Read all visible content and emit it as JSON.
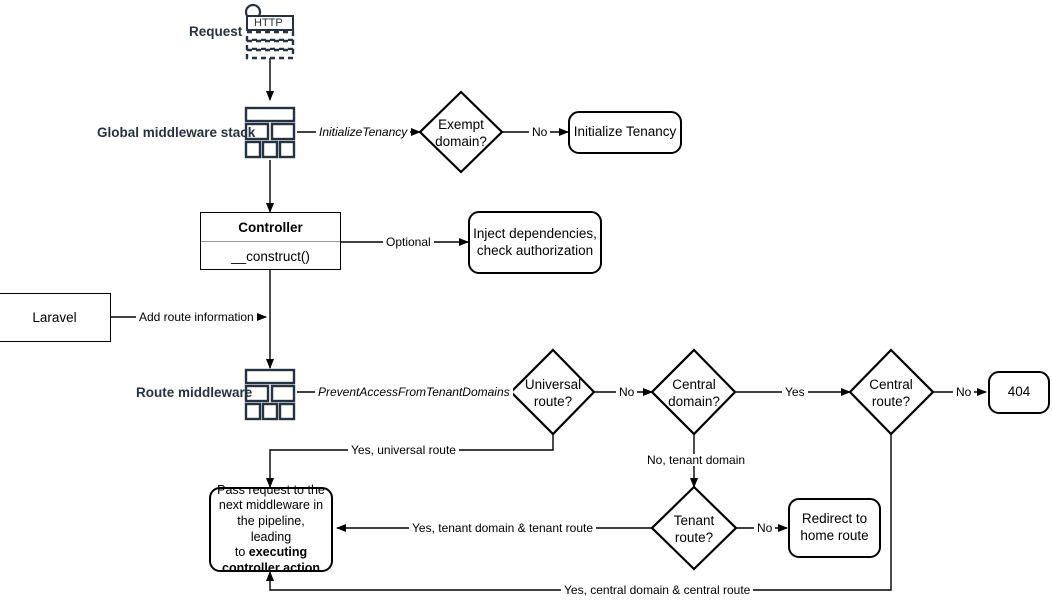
{
  "diagram": {
    "title": "Laravel multi-tenancy request lifecycle flowchart",
    "stroke_color": "#000000",
    "icon_color": "#26323f"
  },
  "labels": {
    "request": "Request",
    "global_middleware_stack": "Global middleware stack",
    "route_middleware": "Route middleware"
  },
  "icons": {
    "http_icon_text": "HTTP",
    "http_icon_name": "http-request-icon",
    "stack_icon_name": "middleware-stack-icon"
  },
  "nodes": {
    "initialize_tenancy": "Initialize Tenancy",
    "inject_dependencies": "Inject dependencies,\ncheck authorization",
    "inject_dependencies_line1": "Inject dependencies,",
    "inject_dependencies_line2": "check authorization",
    "laravel": "Laravel",
    "not_found": "404",
    "redirect_home_line1": "Redirect to",
    "redirect_home_line2": "home route",
    "controller_title": "Controller",
    "controller_method": "__construct()",
    "pass_request_line1": "Pass request to the",
    "pass_request_line2": "next middleware in",
    "pass_request_line3": "the pipeline, leading",
    "pass_request_line4_prefix": "to ",
    "pass_request_line4_bold": "executing",
    "pass_request_line5_bold": "controller action"
  },
  "decisions": {
    "exempt_domain_l1": "Exempt",
    "exempt_domain_l2": "domain?",
    "universal_route_l1": "Universal",
    "universal_route_l2": "route?",
    "central_domain_l1": "Central",
    "central_domain_l2": "domain?",
    "central_route_l1": "Central",
    "central_route_l2": "route?",
    "tenant_route_l1": "Tenant",
    "tenant_route_l2": "route?"
  },
  "edges": {
    "initialize_tenancy_mw": "InitializeTenancy",
    "exempt_no": "No",
    "optional": "Optional",
    "add_route_information": "Add route information",
    "prevent_access": "PreventAccessFromTenantDomains",
    "universal_no": "No",
    "central_domain_yes": "Yes",
    "central_route_no": "No",
    "yes_universal_route": "Yes, universal route",
    "no_tenant_domain": "No, tenant domain",
    "tenant_route_no": "No",
    "yes_tenant_domain_tenant_route": "Yes, tenant domain & tenant route",
    "yes_central_domain_central_route": "Yes, central domain & central route"
  }
}
